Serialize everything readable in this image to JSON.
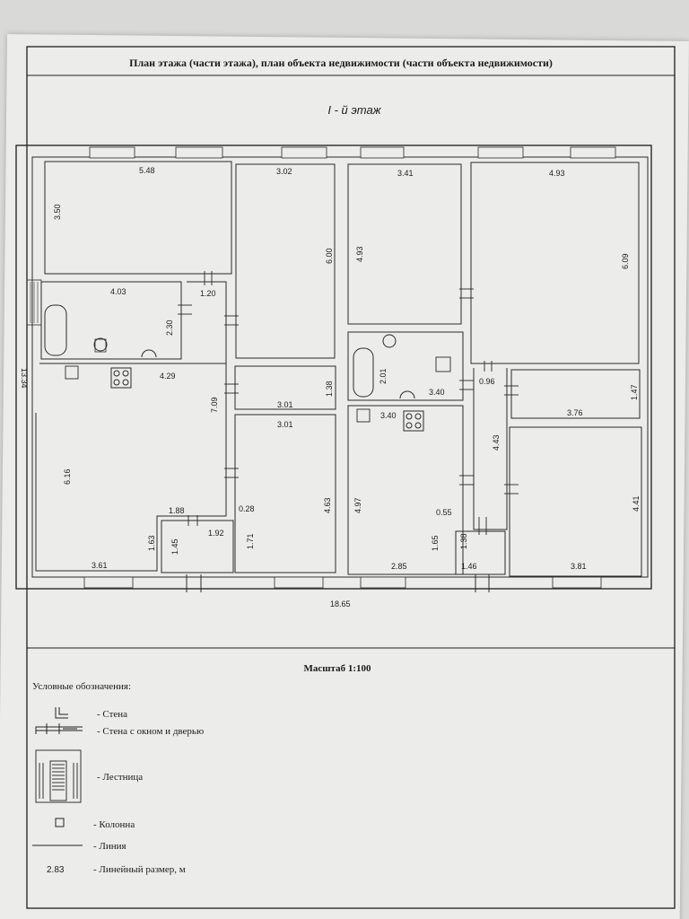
{
  "header": {
    "title": "План этажа (части этажа), план объекта недвижимости (части объекта недвижимости)",
    "floor": "I - й этаж"
  },
  "dimensions": {
    "total_width": "18.65",
    "total_height": "13.34",
    "d1": "5.48",
    "d2": "3.50",
    "d3": "3.02",
    "d4": "6.00",
    "d5": "3.41",
    "d6": "4.93",
    "d7": "4.93",
    "d8": "6.09",
    "d9": "4.03",
    "d10": "2.30",
    "d11": "1.20",
    "d12": "4.29",
    "d13": "7.09",
    "d14": "3.01",
    "d15": "1.38",
    "d16": "2.01",
    "d17": "3.40",
    "d18": "0.96",
    "d19": "1.47",
    "d20": "3.76",
    "d21": "3.01",
    "d22": "3.40",
    "d23": "4.43",
    "d24": "6.16",
    "d25": "0.28",
    "d26": "4.63",
    "d27": "4.97",
    "d28": "0.55",
    "d29": "4.41",
    "d30": "1.88",
    "d31": "1.92",
    "d32": "1.63",
    "d33": "1.45",
    "d34": "1.71",
    "d35": "1.65",
    "d36": "1.38",
    "d37": "3.61",
    "d38": "2.85",
    "d39": "1.46",
    "d40": "3.81"
  },
  "scale": "Масштаб 1:100",
  "legend": {
    "title": "Условные обозначения:",
    "items": [
      {
        "label": "- Стена",
        "icon": "wall-icon"
      },
      {
        "label": "- Стена с окном и дверью",
        "icon": "wall-window-door-icon"
      },
      {
        "label": "- Лестница",
        "icon": "stairs-icon"
      },
      {
        "label": "- Колонна",
        "icon": "column-icon"
      },
      {
        "label": "- Линия",
        "icon": "line-icon"
      },
      {
        "label": "- Линейный размер, м",
        "sample": "2.83"
      }
    ]
  }
}
